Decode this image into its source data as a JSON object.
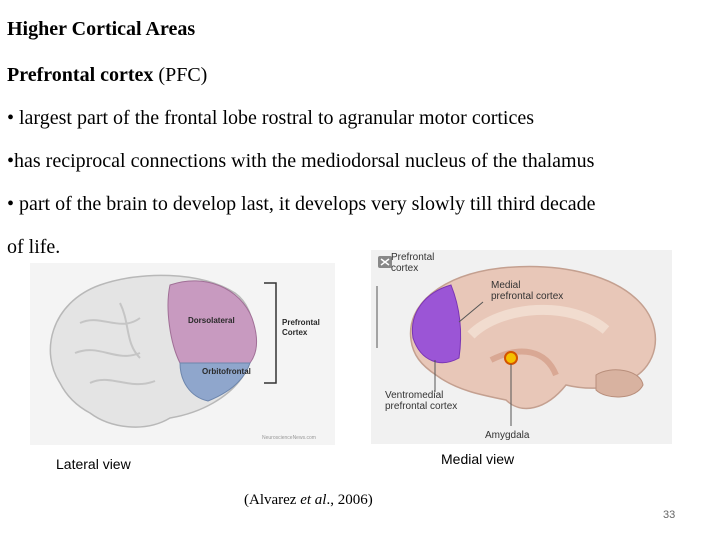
{
  "slide": {
    "title": "Higher Cortical Areas",
    "pfc_heading_bold": "Prefrontal cortex",
    "pfc_heading_rest": " (PFC)",
    "bullets": [
      "• largest part of the frontal lobe rostral to agranular motor cortices",
      "•has reciprocal connections with the mediodorsal nucleus of the thalamus",
      "• part of the brain to develop last, it develops very slowly till third decade",
      "of life."
    ],
    "page_number": "33"
  },
  "lateral_figure": {
    "labels": {
      "dorsolateral": "Dorsolateral",
      "orbitofrontal": "Orbitofrontal",
      "prefrontal_line1": "Prefrontal",
      "prefrontal_line2": "Cortex",
      "watermark": "NeuroscienceNews.com"
    },
    "caption": "Lateral view",
    "colors": {
      "dorsolateral": "#c89ac0",
      "orbitofrontal": "#8fa6cc",
      "brain": "#e6e6e6"
    }
  },
  "medial_figure": {
    "labels": {
      "prefrontal_line1": "Prefrontal",
      "prefrontal_line2": "cortex",
      "medial_line1": "Medial",
      "medial_line2": "prefrontal cortex",
      "ventro_line1": "Ventromedial",
      "ventro_line2": "prefrontal cortex",
      "amygdala": "Amygdala"
    },
    "caption": "Medial view",
    "colors": {
      "medial_pfc": "#9b55d6",
      "brain": "#e8c7b8",
      "amygdala": "#f5c000"
    }
  },
  "citation": {
    "before": "(Alvarez ",
    "italic": "et al",
    "after": "., 2006)"
  }
}
